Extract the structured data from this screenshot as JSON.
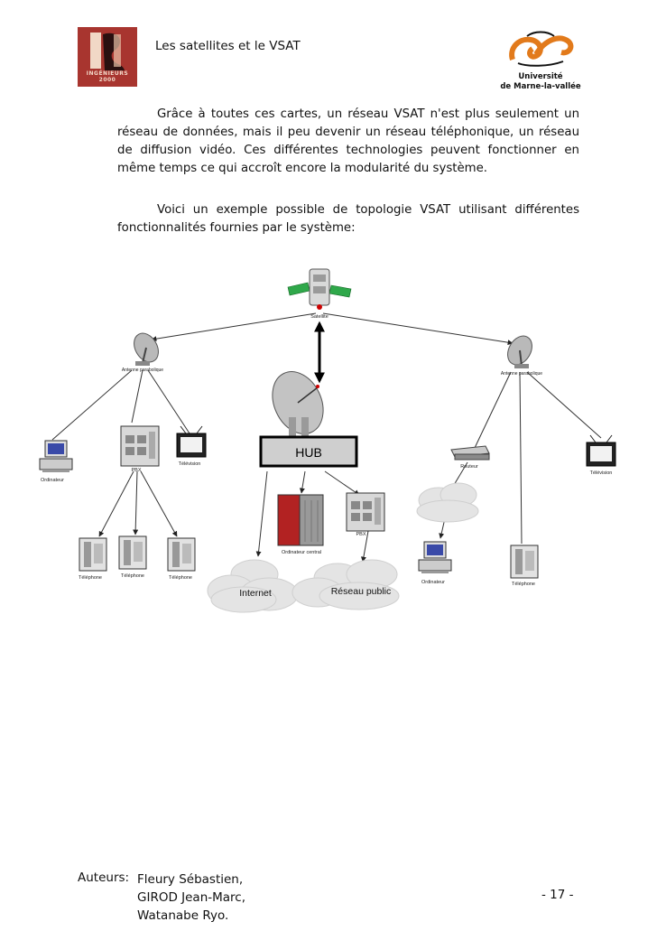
{
  "header": {
    "title": "Les satellites et le VSAT",
    "logo_left_text": "INGÉNIEURS 2000",
    "logo_right_line1": "Université",
    "logo_right_line2": "de Marne-la-vallée"
  },
  "body": {
    "paragraph1": "Grâce à toutes ces cartes, un réseau VSAT n'est plus seulement un réseau de données, mais il peu devenir un réseau téléphonique, un réseau de diffusion vidéo. Ces différentes technologies peuvent fonctionner en même temps ce qui accroît encore la modularité du système.",
    "paragraph2": "Voici un exemple possible de topologie VSAT utilisant différentes fonctionnalités fournies par le système:"
  },
  "diagram": {
    "satellite": "Satellite",
    "antenna_left": "Antenne parabolique",
    "antenna_right": "Antenne parabolique",
    "hub": "HUB",
    "computer_left": "Ordinateur",
    "pbx_left": "PBX",
    "tv_left": "Télévision",
    "phone1": "Téléphone",
    "phone2": "Téléphone",
    "phone3": "Téléphone",
    "central_computer": "Ordinateur central",
    "pbx_center": "PBX",
    "internet": "Internet",
    "public_network": "Réseau public",
    "router": "Routeur",
    "tv_right": "Télévision",
    "computer_right": "Ordinateur",
    "phone_right": "Téléphone"
  },
  "footer": {
    "authors_label": "Auteurs:",
    "authors": [
      "Fleury Sébastien,",
      "GIROD Jean-Marc,",
      "Watanabe Ryo."
    ],
    "page_number": "- 17 -"
  }
}
